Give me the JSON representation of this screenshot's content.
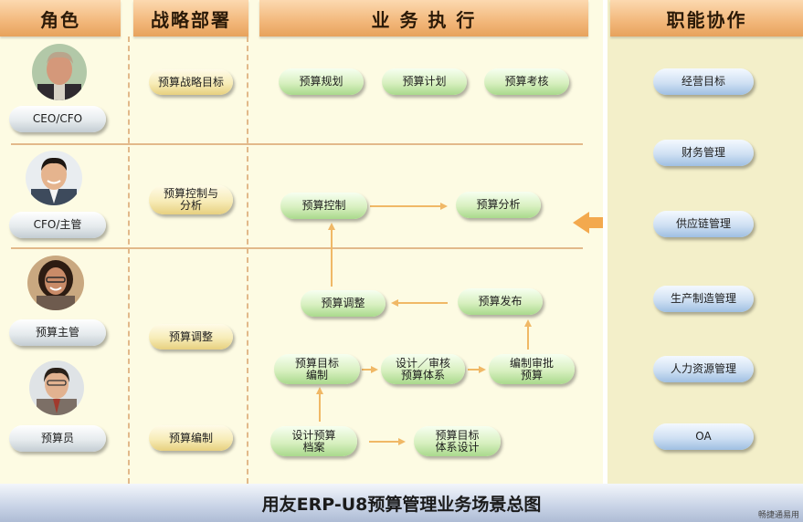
{
  "headers": {
    "role": "角色",
    "strategy": "战略部署",
    "execution": "业 务 执 行",
    "function": "职能协作"
  },
  "roles": [
    "CEO/CFO",
    "CFO/主管",
    "预算主管",
    "预算员"
  ],
  "strategy": [
    "预算战略目标",
    "预算控制与\n分析",
    "预算调整",
    "预算编制"
  ],
  "execution": {
    "plan": "预算规划",
    "schedule": "预算计划",
    "assess": "预算考核",
    "control": "预算控制",
    "analysis": "预算分析",
    "adjust": "预算调整",
    "publish": "预算发布",
    "target_compile": "预算目标\n编制",
    "design_review": "设计／审核\n预算体系",
    "compile_approve": "编制审批\n预算",
    "archive": "设计预算\n档案",
    "target_system": "预算目标\n体系设计"
  },
  "functions": [
    "经营目标",
    "财务管理",
    "供应链管理",
    "生产制造管理",
    "人力资源管理",
    "OA"
  ],
  "footer": "用友ERP-U8预算管理业务场景总图",
  "watermark": "畅捷通易用",
  "colors": {
    "header": "#f2b77a",
    "line": "#e2b98a",
    "arrow": "#f0b866",
    "main_bg": "#fdfbe3",
    "side_bg": "#f3efc9"
  }
}
